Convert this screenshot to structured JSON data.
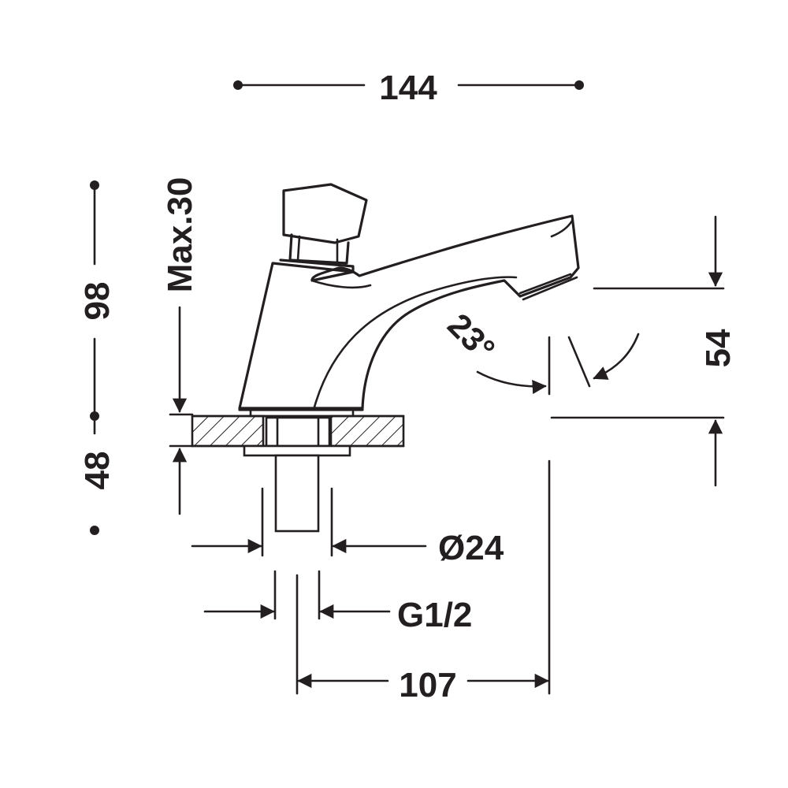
{
  "dimensions": {
    "overall_width": "144",
    "total_height": "98",
    "max_deck": "Max.30",
    "below_deck": "48",
    "spout_height": "54",
    "spout_angle": "23°",
    "body_diameter": "Ø24",
    "thread": "G1/2",
    "reach": "107"
  },
  "colors": {
    "line": "#231f20",
    "background": "#ffffff"
  }
}
